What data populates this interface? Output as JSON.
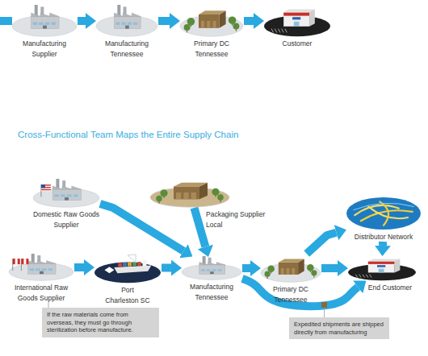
{
  "diagram": {
    "title": "Cross-Functional Team Maps the Entire Supply Chain",
    "nodes": [
      {
        "text": [
          "Manufacturing Supplier"
        ]
      },
      {
        "text": [
          "Manufacturing Tennessee"
        ]
      },
      {
        "text": [
          "Primary DC Tennessee"
        ]
      },
      {
        "text": [
          "Customer"
        ]
      },
      {
        "text": [
          "Domestic Raw Goods Supplier"
        ]
      },
      {
        "text": [
          "Packaging Supplier Local"
        ]
      },
      {
        "text": [
          "Distributor Network"
        ]
      },
      {
        "text": [
          "International Raw Goods Supplier"
        ]
      },
      {
        "text": [
          "Port Charleston SC"
        ]
      },
      {
        "text": [
          "Manufacturing Tennessee"
        ]
      },
      {
        "text": [
          "Primary DC Tennessee"
        ]
      },
      {
        "text": [
          "End Customer"
        ]
      },
      {
        "text": [
          "If the raw materials come from overseas, they must go through sterilization before manufacture."
        ]
      },
      {
        "text": [
          "Expedited shipments are shipped directly from manufacturing"
        ]
      }
    ],
    "edges": [
      {
        "from": 0,
        "to": 1,
        "arrow": "to"
      },
      {
        "from": 1,
        "to": 2,
        "arrow": "to"
      },
      {
        "from": 2,
        "to": 3,
        "arrow": "to"
      },
      {
        "from": 4,
        "to": 9,
        "arrow": "to"
      },
      {
        "from": 5,
        "to": 9,
        "arrow": "to"
      },
      {
        "from": 7,
        "to": 8,
        "arrow": "to"
      },
      {
        "from": 8,
        "to": 9,
        "arrow": "to"
      },
      {
        "from": 9,
        "to": 10,
        "arrow": "to"
      },
      {
        "from": 10,
        "to": 6,
        "arrow": "to"
      },
      {
        "from": 6,
        "to": 11,
        "arrow": "to"
      },
      {
        "from": 10,
        "to": 11,
        "arrow": "to"
      },
      {
        "from": 9,
        "to": 11,
        "arrow": "to"
      }
    ]
  }
}
